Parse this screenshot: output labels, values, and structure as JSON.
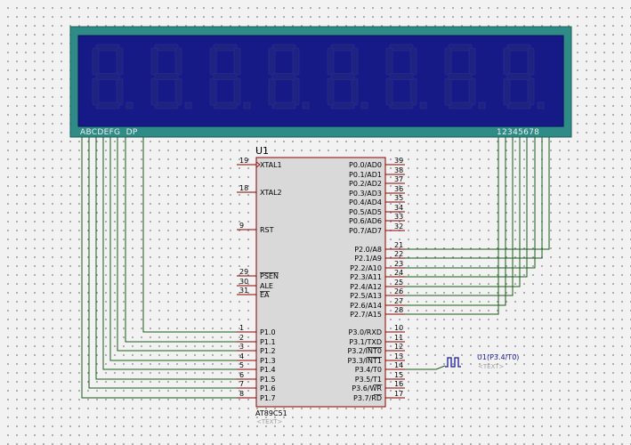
{
  "display": {
    "segment_labels": "ABCDEFG  DP",
    "digit_labels": "12345678",
    "digit_count": 8,
    "bezel_color": "#2e8b86",
    "screen_color": "#161a86",
    "segment_off_color": "#1e2380"
  },
  "chip": {
    "ref": "U1",
    "part": "AT89C51",
    "text_placeholder": "<TEXT>",
    "body_color": "#d9d9d9",
    "left_pins": [
      {
        "num": "19",
        "name": "XTAL1",
        "clock": true
      },
      {
        "num": "18",
        "name": "XTAL2"
      },
      {
        "num": "9",
        "name": "RST"
      },
      {
        "num": "29",
        "name": "PSEN",
        "overbar": true
      },
      {
        "num": "30",
        "name": "ALE"
      },
      {
        "num": "31",
        "name": "EA",
        "overbar": true
      },
      {
        "num": "1",
        "name": "P1.0"
      },
      {
        "num": "2",
        "name": "P1.1"
      },
      {
        "num": "3",
        "name": "P1.2"
      },
      {
        "num": "4",
        "name": "P1.3"
      },
      {
        "num": "5",
        "name": "P1.4"
      },
      {
        "num": "6",
        "name": "P1.5"
      },
      {
        "num": "7",
        "name": "P1.6"
      },
      {
        "num": "8",
        "name": "P1.7"
      }
    ],
    "right_pins": [
      {
        "num": "39",
        "name": "P0.0/AD0"
      },
      {
        "num": "38",
        "name": "P0.1/AD1"
      },
      {
        "num": "37",
        "name": "P0.2/AD2"
      },
      {
        "num": "36",
        "name": "P0.3/AD3"
      },
      {
        "num": "35",
        "name": "P0.4/AD4"
      },
      {
        "num": "34",
        "name": "P0.5/AD5"
      },
      {
        "num": "33",
        "name": "P0.6/AD6"
      },
      {
        "num": "32",
        "name": "P0.7/AD7"
      },
      {
        "num": "21",
        "name": "P2.0/A8"
      },
      {
        "num": "22",
        "name": "P2.1/A9"
      },
      {
        "num": "23",
        "name": "P2.2/A10"
      },
      {
        "num": "24",
        "name": "P2.3/A11"
      },
      {
        "num": "25",
        "name": "P2.4/A12"
      },
      {
        "num": "26",
        "name": "P2.5/A13"
      },
      {
        "num": "27",
        "name": "P2.6/A14"
      },
      {
        "num": "28",
        "name": "P2.7/A15"
      },
      {
        "num": "10",
        "name": "P3.0/RXD"
      },
      {
        "num": "11",
        "name": "P3.1/TXD"
      },
      {
        "num": "12",
        "name": "P3.2/INT0",
        "overbar_part": "INT0"
      },
      {
        "num": "13",
        "name": "P3.3/INT1",
        "overbar_part": "INT1"
      },
      {
        "num": "14",
        "name": "P3.4/T0"
      },
      {
        "num": "15",
        "name": "P3.5/T1"
      },
      {
        "num": "16",
        "name": "P3.6/WR",
        "overbar_part": "WR"
      },
      {
        "num": "17",
        "name": "P3.7/RD",
        "overbar_part": "RD"
      }
    ]
  },
  "generator": {
    "label": "U1(P3.4/T0)",
    "text_placeholder": "<TEXT>",
    "color": "#1a1aa0"
  },
  "wire_color": "#1a5c1a",
  "pin_color": "#8b0000"
}
